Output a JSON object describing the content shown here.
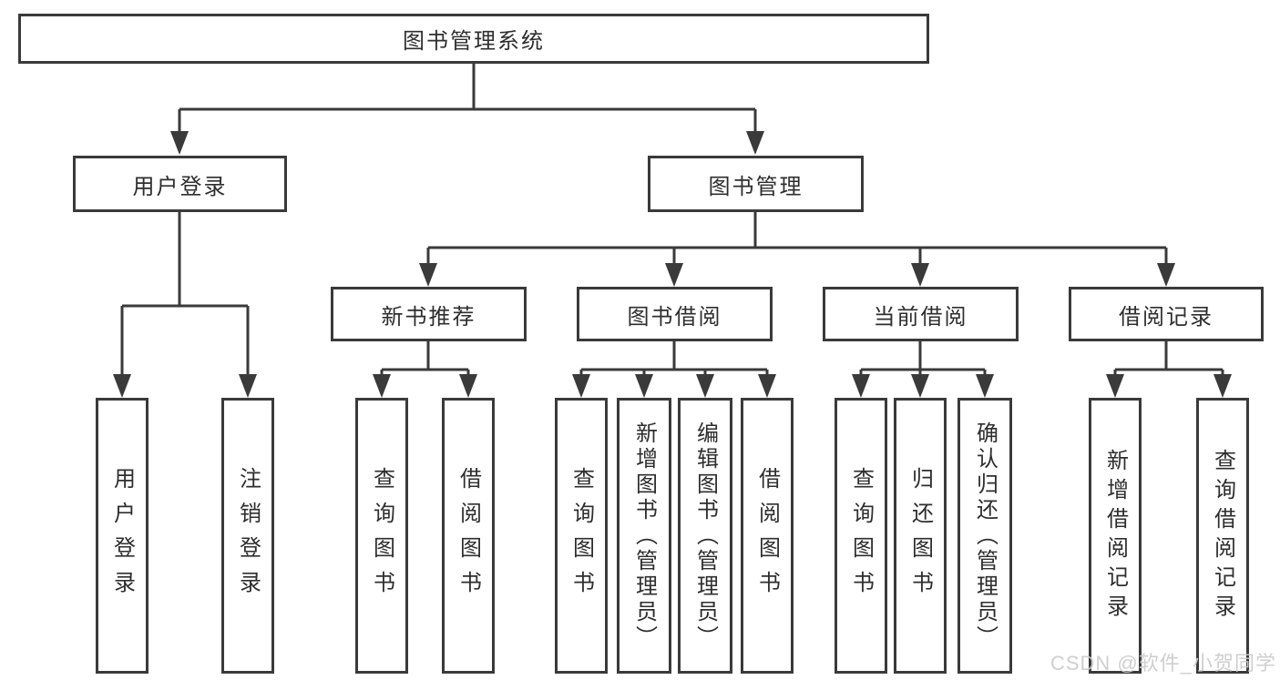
{
  "diagram": {
    "title": "图书管理系统",
    "branches": [
      {
        "label": "用户登录",
        "children": [
          {
            "label": "用户登录"
          },
          {
            "label": "注销登录"
          }
        ]
      },
      {
        "label": "图书管理",
        "children": [
          {
            "label": "新书推荐",
            "children": [
              {
                "label": "查询图书"
              },
              {
                "label": "借阅图书"
              }
            ]
          },
          {
            "label": "图书借阅",
            "children": [
              {
                "label": "查询图书"
              },
              {
                "label": "新增图书（管理员）"
              },
              {
                "label": "编辑图书（管理员）"
              },
              {
                "label": "借阅图书"
              }
            ]
          },
          {
            "label": "当前借阅",
            "children": [
              {
                "label": "查询图书"
              },
              {
                "label": "归还图书"
              },
              {
                "label": "确认归还（管理员）"
              }
            ]
          },
          {
            "label": "借阅记录",
            "children": [
              {
                "label": "新增借阅记录"
              },
              {
                "label": "查询借阅记录"
              }
            ]
          }
        ]
      }
    ]
  },
  "watermark": {
    "text": "CSDN @软件_小贺同学"
  },
  "colors": {
    "line": "#3a3a3a",
    "box_border": "#3a3a3a",
    "text": "#2e2e2e",
    "watermark": "#cbcbcb",
    "background": "#ffffff"
  }
}
